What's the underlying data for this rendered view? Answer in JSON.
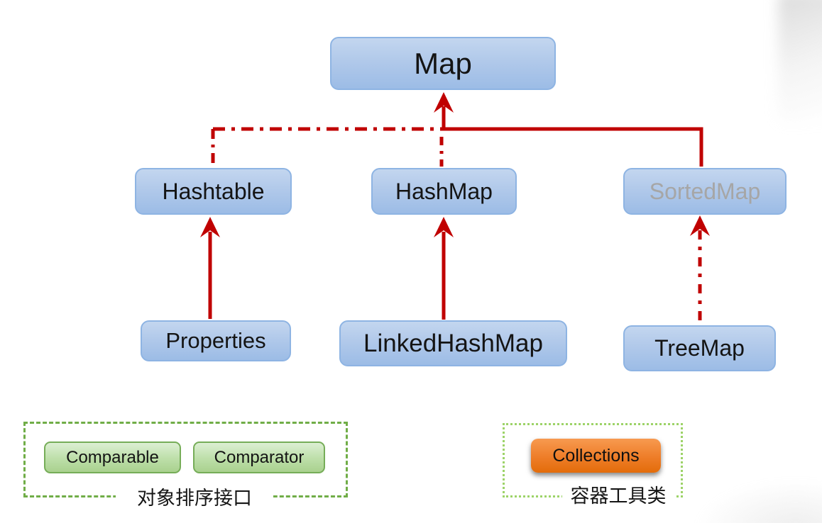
{
  "diagram": {
    "nodes": {
      "map": "Map",
      "hashtable": "Hashtable",
      "hashmap": "HashMap",
      "sortedmap": "SortedMap",
      "properties": "Properties",
      "linkedhashmap": "LinkedHashMap",
      "treemap": "TreeMap"
    },
    "edges": [
      {
        "from": "Hashtable",
        "to": "Map",
        "style": "dash-dot"
      },
      {
        "from": "HashMap",
        "to": "Map",
        "style": "dash-dot"
      },
      {
        "from": "SortedMap",
        "to": "Map",
        "style": "solid"
      },
      {
        "from": "Properties",
        "to": "Hashtable",
        "style": "solid"
      },
      {
        "from": "LinkedHashMap",
        "to": "HashMap",
        "style": "solid"
      },
      {
        "from": "TreeMap",
        "to": "SortedMap",
        "style": "dash-dot"
      }
    ],
    "colors": {
      "node_fill_top": "#c3d6ef",
      "node_fill_bottom": "#9cbce6",
      "node_border": "#8eb4e3",
      "muted_text": "#a6a6a6",
      "edge_red": "#c00000",
      "legend_green_border": "#70ad47",
      "legend_dotted_border": "#9dd368",
      "green_fill_top": "#dcefd3",
      "green_fill_bottom": "#a9d18e",
      "orange_fill_top": "#f79a50",
      "orange_fill_bottom": "#e36c0a"
    }
  },
  "legends": {
    "sorting": {
      "items": [
        "Comparable",
        "Comparator"
      ],
      "caption": "对象排序接口"
    },
    "utility": {
      "items": [
        "Collections"
      ],
      "caption": "容器工具类"
    }
  }
}
